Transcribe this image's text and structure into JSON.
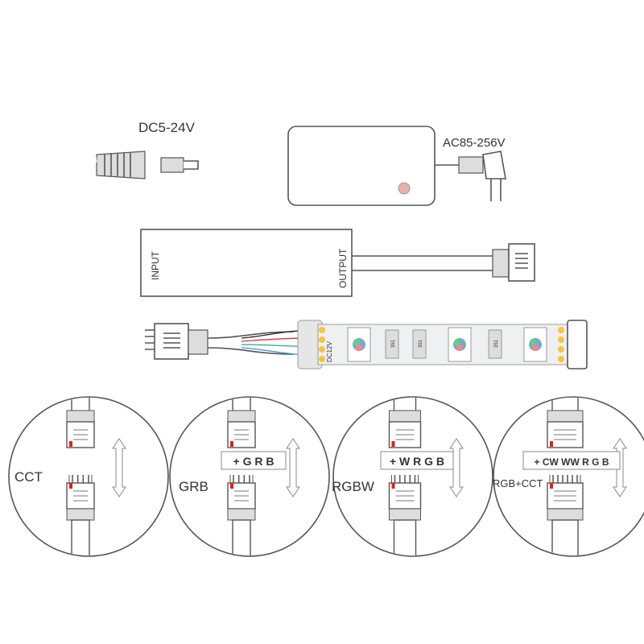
{
  "labels": {
    "dc_voltage": "DC5-24V",
    "ac_voltage": "AC85-256V",
    "input": "INPUT",
    "output": "OUTPUT",
    "strip_voltage": "DC12V",
    "resistor": "351"
  },
  "modes": [
    {
      "name": "CCT",
      "pins": ""
    },
    {
      "name": "GRB",
      "pins": "+ G R B"
    },
    {
      "name": "RGBW",
      "pins": "+ W R G B"
    },
    {
      "name": "RGB+CCT",
      "pins": "+ CW WW R G B"
    }
  ],
  "colors": {
    "wire_black": "#222222",
    "wire_red": "#d33",
    "wire_green": "#2a8",
    "wire_blue": "#39c",
    "pad": "#f5c542",
    "marker": "#e02020"
  }
}
